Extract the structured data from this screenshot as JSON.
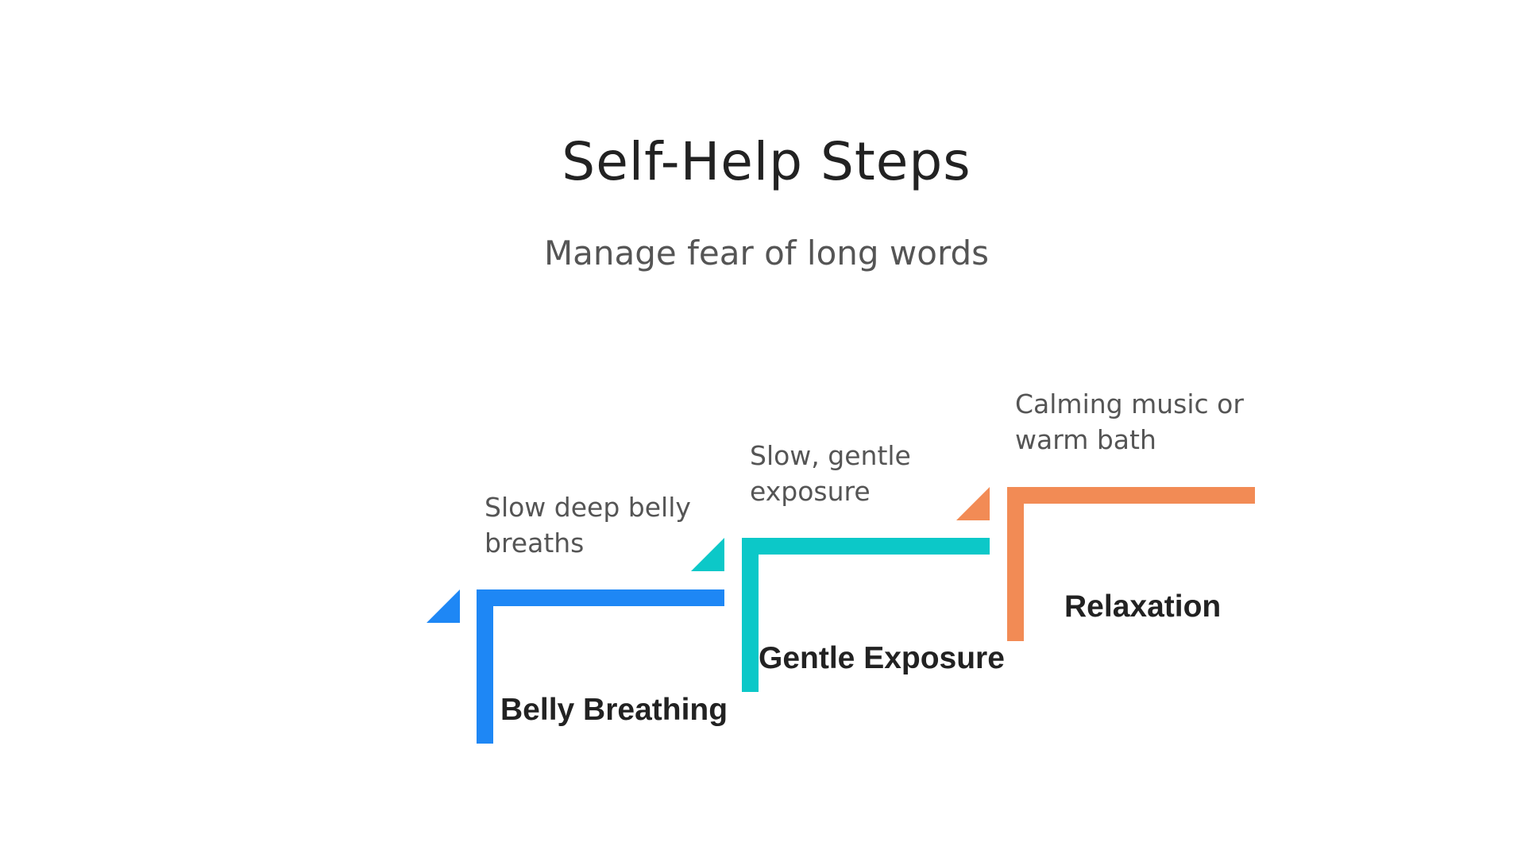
{
  "header": {
    "title": "Self-Help Steps",
    "subtitle": "Manage fear of long words"
  },
  "steps": [
    {
      "label": "Belly Breathing",
      "description_lines": [
        "Slow deep belly",
        "breaths"
      ],
      "color": "#1E87F5"
    },
    {
      "label": "Gentle Exposure",
      "description_lines": [
        "Slow, gentle",
        "exposure"
      ],
      "color": "#0CC8C8"
    },
    {
      "label": "Relaxation",
      "description_lines": [
        "Calming music or",
        "warm bath"
      ],
      "color": "#F28B55"
    }
  ]
}
